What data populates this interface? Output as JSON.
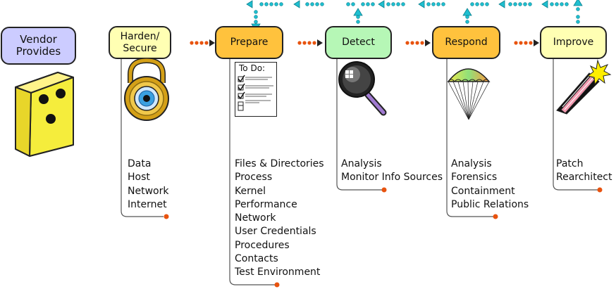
{
  "vendor": {
    "label": "Vendor Provides"
  },
  "stages": [
    {
      "key": "harden",
      "label": "Harden/ Secure",
      "color": "#ffffb3",
      "items": [
        "Data",
        "Host",
        "Network",
        "Internet"
      ]
    },
    {
      "key": "prepare",
      "label": "Prepare",
      "color": "#ffc23d",
      "items": [
        "Files & Directories",
        "Process",
        "Kernel",
        "Performance",
        "Network",
        "User Credentials",
        "Procedures",
        "Contacts",
        "Test Environment"
      ]
    },
    {
      "key": "detect",
      "label": "Detect",
      "color": "#b6f7b6",
      "items": [
        "Analysis",
        "Monitor Info Sources"
      ]
    },
    {
      "key": "respond",
      "label": "Respond",
      "color": "#ffc23d",
      "items": [
        "Analysis",
        "Forensics",
        "Containment",
        "Public Relations"
      ]
    },
    {
      "key": "improve",
      "label": "Improve",
      "color": "#ffffb3",
      "items": [
        "Patch",
        "Rearchitect"
      ]
    }
  ],
  "todo": {
    "title": "To Do:"
  },
  "colors": {
    "vendor": "#ccccff",
    "dots": "#e8530f",
    "arrows": "#1fbfd0",
    "lock": "#d4a017",
    "chest": "#f5ed3c"
  }
}
